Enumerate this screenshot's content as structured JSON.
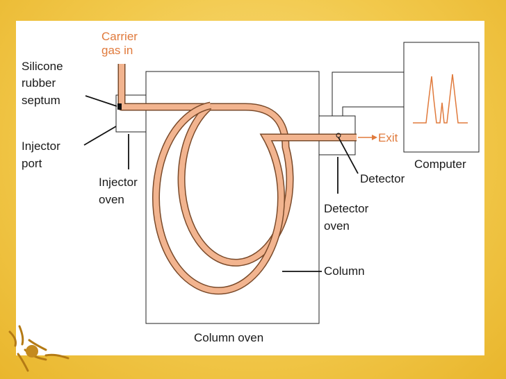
{
  "labels": {
    "carrier_gas_in": [
      "Carrier",
      "gas in"
    ],
    "silicone_rubber_septum": [
      "Silicone",
      "rubber",
      "septum"
    ],
    "injector_port": [
      "Injector",
      "port"
    ],
    "injector_oven": [
      "Injector",
      "oven"
    ],
    "column_oven": "Column oven",
    "column": "Column",
    "detector": "Detector",
    "detector_oven": [
      "Detector",
      "oven"
    ],
    "exit": "Exit",
    "computer": "Computer"
  },
  "colors": {
    "background": "#f2c94c",
    "panel": "#ffffff",
    "tube": "#f2b48f",
    "tube_outline": "#7a4a2a",
    "accent_text": "#e07a3c",
    "chromatogram": "#e07a3c"
  }
}
